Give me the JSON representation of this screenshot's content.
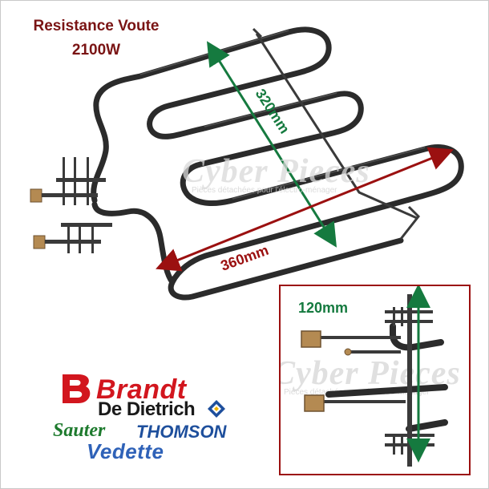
{
  "title": {
    "line1": "Resistance Voute",
    "line2": "2100W"
  },
  "dimensions": {
    "depth": "320mm",
    "width": "360mm",
    "connector_spacing": "120mm"
  },
  "watermark": {
    "brand": "Cyber Pieces",
    "tagline": "Pièces détachées pour l'électro-ménager"
  },
  "brands": {
    "brandt": "Brandt",
    "de_dietrich": "De Dietrich",
    "sauter": "Sauter",
    "thomson": "THOMSON",
    "vedette": "Vedette"
  },
  "colors": {
    "title": "#7a1414",
    "green_arrow": "#157a3f",
    "red_arrow": "#9b1010",
    "element": "#2b2b2b",
    "inset_border": "#9b1010"
  },
  "icons": {
    "brandt_logo": "brandt-b-icon",
    "de_dietrich_logo": "de-dietrich-diamond-icon"
  }
}
